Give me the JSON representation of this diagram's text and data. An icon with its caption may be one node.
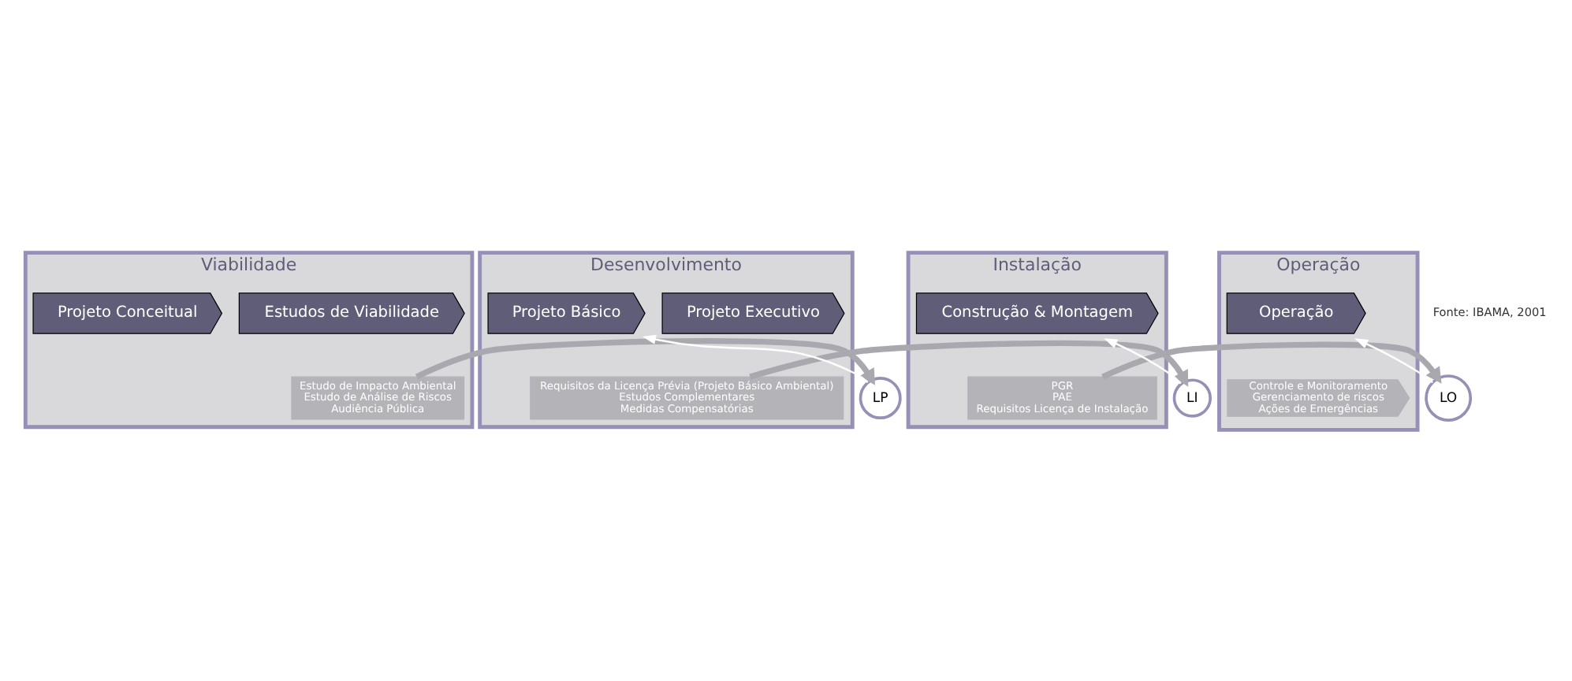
{
  "diagram": {
    "nodes": [
      {
        "text": [
          "Viabilidade"
        ]
      },
      {
        "text": [
          "Projeto Conceitual"
        ],
        "in": 0
      },
      {
        "text": [
          "Estudos de Viabilidade"
        ],
        "in": 0
      },
      {
        "text": [
          "Estudo de Impacto Ambiental",
          "Estudo de Análise de Riscos",
          "Audiência Pública"
        ],
        "in": 0
      },
      {
        "text": [
          "Desenvolvimento"
        ]
      },
      {
        "text": [
          "Projeto Básico"
        ],
        "in": 4
      },
      {
        "text": [
          "Projeto Executivo"
        ],
        "in": 4
      },
      {
        "text": [
          "Requisitos da Licença Prévia (Projeto Básico Ambiental)",
          "Estudos Complementares",
          "Medidas Compensatórias"
        ],
        "in": 4
      },
      {
        "text": [
          "Instalação"
        ]
      },
      {
        "text": [
          "Construção & Montagem"
        ],
        "in": 8
      },
      {
        "text": [
          "PGR",
          "PAE",
          "Requisitos Licença de Instalação"
        ],
        "in": 8
      },
      {
        "text": [
          "Operação"
        ]
      },
      {
        "text": [
          "Operação"
        ],
        "in": 11
      },
      {
        "text": [
          "Controle e Monitoramento",
          "Gerenciamento de riscos",
          "Ações de Emergências"
        ],
        "in": 11
      },
      {
        "text": [
          "LP"
        ]
      },
      {
        "text": [
          "LI"
        ]
      },
      {
        "text": [
          "LO"
        ]
      }
    ],
    "edges": [
      {
        "from": 3,
        "to": 14,
        "arrow": "to",
        "style": "thick"
      },
      {
        "from": 14,
        "to": 5,
        "arrow": "to",
        "color": "#ffffff"
      },
      {
        "from": 7,
        "to": 15,
        "arrow": "to",
        "style": "thick"
      },
      {
        "from": 15,
        "to": 9,
        "arrow": "to",
        "color": "#ffffff"
      },
      {
        "from": 10,
        "to": 16,
        "arrow": "to",
        "style": "thick"
      },
      {
        "from": 16,
        "to": 12,
        "arrow": "to",
        "color": "#ffffff"
      }
    ],
    "labels": [
      "Fonte: IBAMA, 2001"
    ]
  }
}
